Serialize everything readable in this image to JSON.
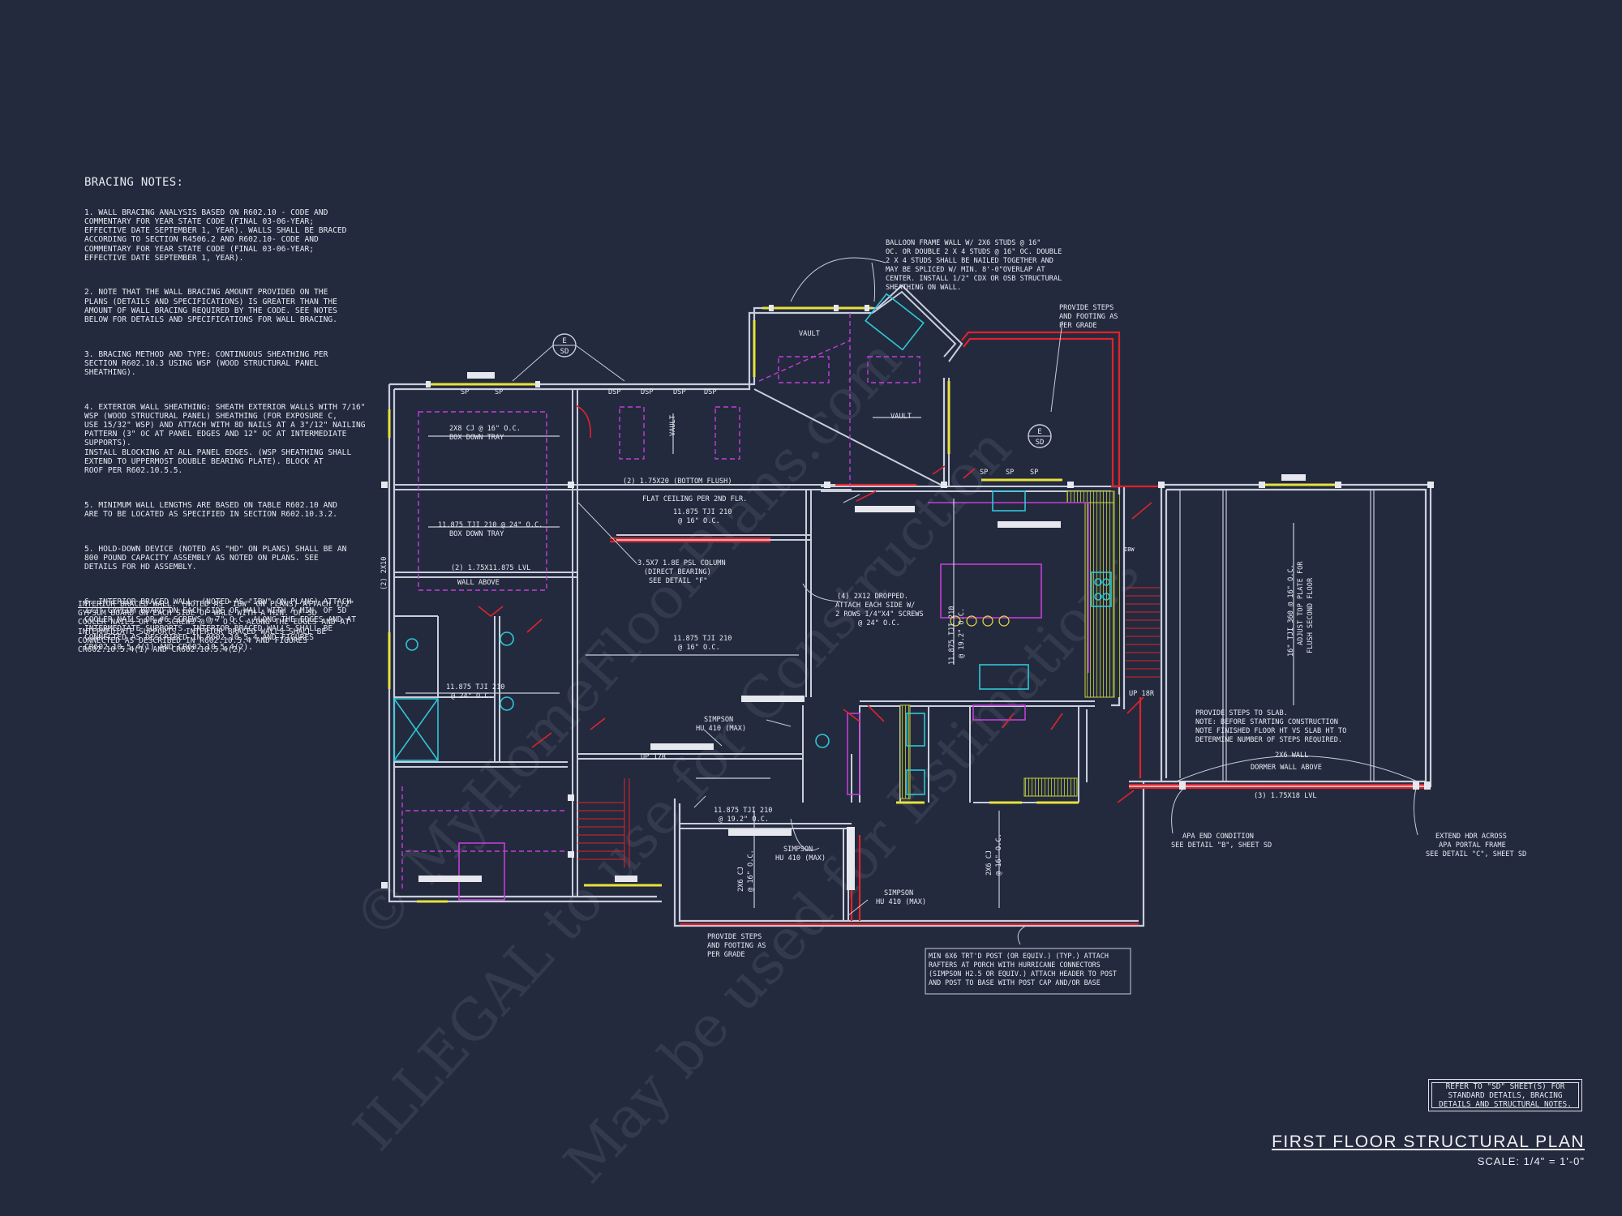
{
  "bracing_notes": {
    "heading": "BRACING NOTES:",
    "items": [
      "1. WALL BRACING ANALYSIS BASED ON R602.10 - CODE AND\nCOMMENTARY FOR YEAR STATE CODE (FINAL 03-06-YEAR;\nEFFECTIVE DATE SEPTEMBER 1, YEAR). WALLS SHALL BE BRACED\nACCORDING TO SECTION R4506.2 AND R602.10- CODE AND\nCOMMENTARY FOR YEAR STATE CODE (FINAL 03-06-YEAR;\nEFFECTIVE DATE SEPTEMBER 1, YEAR).",
      "2. NOTE THAT THE WALL BRACING AMOUNT PROVIDED ON THE\nPLANS (DETAILS AND SPECIFICATIONS) IS GREATER THAN THE\nAMOUNT OF WALL BRACING REQUIRED BY THE CODE. SEE NOTES\nBELOW FOR DETAILS AND SPECIFICATIONS FOR WALL BRACING.",
      "3. BRACING METHOD AND TYPE: CONTINUOUS SHEATHING PER\nSECTION R602.10.3 USING WSP (WOOD STRUCTURAL PANEL\nSHEATHING).",
      "4. EXTERIOR WALL SHEATHING: SHEATH EXTERIOR WALLS WITH 7/16\"\nWSP (WOOD STRUCTURAL PANEL) SHEATHING (FOR EXPOSURE C,\nUSE 15/32\" WSP) AND ATTACH WITH 8d NAILS AT A 3\"/12\" NAILING\nPATTERN (3\" OC AT PANEL EDGES AND 12\" OC AT INTERMEDIATE\nSUPPORTS).\nINSTALL BLOCKING AT ALL PANEL EDGES. (WSP SHEATHING SHALL\nEXTEND TO UPPERMOST DOUBLE BEARING PLATE). BLOCK AT\nROOF PER R602.10.5.5.",
      "5. MINIMUM WALL LENGTHS ARE BASED ON TABLE R602.10 AND\nARE TO BE LOCATED AS SPECIFIED IN SECTION R602.10.3.2.",
      "5. HOLD-DOWN DEVICE (NOTED AS \"HD\" ON PLANS) SHALL BE AN\n800 POUND CAPACITY ASSEMBLY AS NOTED ON PLANS. SEE\nDETAILS FOR HD ASSEMBLY.",
      "6. INTERIOR BRACED WALL: (NOTED AS \"IBW\" ON PLANS) ATTACH\n1/2\" GYPSUM BOARD ON EACH SIDE OF WALL WITH A MIN. OF 5d\nCOOLER NAILS OR #6 SCREWS @ 7\" O.C. ALONG THE EDGES AND AT\nINTERMEDIATE SUPPORTS. INTERIOR BRACED WALLS SHALL BE\nCONNECTED AS DESCRIBED IN R602.10.5.4 AND FIGURES\nCR602.10.5.4(1) AND CR602.10.5.4(2)."
    ]
  },
  "interior_braced_note": {
    "lead": "INTERIOR BRACED WALL",
    "text": ": (NOTED AS \"IBW\" ON PLANS) ATTACH 1/2\"\nGYPSUM BOARD ON EACH SIDE OF WALL WITH A MIN. OF 5d\nCOOLER NAILS OR #6 SCREWS @ 7\" O.C. ALONG THE EDGES AND AT\nINTERMEDIATE SUPPORTS. INTERIOR BRACED WALLS SHALL BE\nCONNECTED AS DESCRIBED IN R602.10.5.4 AND FIGURES\nCR602.10.5.4(1) AND CR602.10.5.4(2)."
  },
  "plan_labels": {
    "balloon_frame": [
      "BALLOON FRAME WALL w/ 2x6 STUDS @ 16\"",
      "OC. OR DOUBLE 2 x 4 STUDS @ 16\" OC. DOUBLE",
      "2 x 4 STUDS SHALL BE NAILED TOGETHER AND",
      "MAY BE SPLICED w/ MIN. 8'-0\"OVERLAP AT",
      "CENTER. INSTALL 1/2\" CDX OR OSB STRUCTURAL",
      "SHEATHING ON WALL."
    ],
    "provide_steps_top": [
      "PROVIDE STEPS",
      "AND FOOTING AS",
      "PER GRADE"
    ],
    "vault_1": "VAULT",
    "vault_2": "VAULT",
    "vault_3": "VAULT",
    "section_marker_1": {
      "top": "E",
      "bottom": "SD"
    },
    "section_marker_2": {
      "top": "E",
      "bottom": "SD"
    },
    "sp": "SP",
    "dsp": "DSP",
    "cj_box_tray": [
      "2x8 CJ @ 16\" O.C.",
      "BOX DOWN TRAY"
    ],
    "tji_box_tray": [
      "11.875 TJI 210 @ 24\" O.C.",
      "BOX DOWN TRAY"
    ],
    "lvl_wall_above": [
      "(2) 1.75x11.875 LVL",
      "WALL ABOVE"
    ],
    "bottom_flush": "(2) 1.75x20 (BOTTOM FLUSH)",
    "flat_ceiling": "FLAT CEILING PER 2ND FLR.",
    "tji_16_a": [
      "11.875 TJI 210",
      "@ 16\" O.C."
    ],
    "psl_column": [
      "3.5x7 1.8E PSL COLUMN",
      "(DIRECT BEARING)",
      "SEE DETAIL \"F\""
    ],
    "tji_16_b": [
      "11.875 TJI 210",
      "@ 16\" O.C."
    ],
    "dropped": [
      "(4) 2x12 DROPPED.",
      "ATTACH EACH SIDE w/",
      "2 ROWS 1/4\"x4\" SCREWS",
      "@ 24\" O.C."
    ],
    "tji_24": [
      "11.875 TJI 210",
      "@ 24\" O.C."
    ],
    "tji_kitchen": [
      "11.875 TJI 210",
      "@ 19.2\" O.C."
    ],
    "hu_1": [
      "SIMPSON",
      "HU 410 (MAX)"
    ],
    "up_17r": "UP 17R",
    "tji_192": [
      "11.875 TJI 210",
      "@ 19.2\" O.C."
    ],
    "hu_2": [
      "SIMPSON",
      "HU 410 (MAX)"
    ],
    "hu_3": [
      "SIMPSON",
      "HU 410 (MAX)"
    ],
    "cj_porch_1": [
      "2x6 CJ",
      "@ 16\" O.C."
    ],
    "cj_porch_2": [
      "2x6 CJ",
      "@ 16\" O.C."
    ],
    "wall_2x10": "(2) 2x10",
    "up_18r": "UP 18R",
    "ibw": "IBW",
    "garage_tji": [
      "16\" TJI 360 @ 16\" O.C.",
      "ADJUST TOP PLATE FOR",
      "FLUSH SECOND FLOOR"
    ],
    "provide_steps_slab": [
      "PROVIDE STEPS TO SLAB.",
      "NOTE: BEFORE STARTING CONSTRUCTION",
      "NOTE FINISHED FLOOR HT vs SLAB HT TO",
      "DETERMINE NUMBER OF STEPS REQUIRED."
    ],
    "wall_2x6": "2x6 WALL",
    "dormer": "DORMER WALL ABOVE",
    "lvl_garage": "(3) 1.75x18 LVL",
    "apa_end": [
      "APA END CONDITION",
      "SEE DETAIL \"B\", SHEET SD"
    ],
    "extend_hdr": [
      "EXTEND HDR ACROSS",
      "APA PORTAL FRAME",
      "SEE DETAIL \"C\", SHEET SD"
    ],
    "provide_steps_bottom": [
      "PROVIDE STEPS",
      "AND FOOTING AS",
      "PER GRADE"
    ],
    "porch_post": [
      "MIN 6x6 TRT'D POST (OR EQUIV.) (TYP.) ATTACH",
      "RAFTERS AT PORCH WITH HURRICANE CONNECTORS",
      "(SIMPSON H2.5 OR EQUIV.) ATTACH HEADER TO POST",
      "AND POST TO BASE WITH POST CAP AND/OR BASE"
    ]
  },
  "reference_box": [
    "REFER TO \"SD\" SHEET(S) FOR",
    "STANDARD DETAILS, BRACING",
    "DETAILS AND STRUCTURAL NOTES."
  ],
  "title": "FIRST FLOOR STRUCTURAL PLAN",
  "scale": "SCALE: 1/4\" = 1'-0\"",
  "watermark": [
    "© MyHomeFloorPlans.com",
    "ILLEGAL to use for Construction",
    "May be used for Estimations"
  ],
  "colors": {
    "background": "#232a3e",
    "wall": "#c9cedb",
    "header_red": "#e0232b",
    "shear_yellow": "#e8e23a",
    "dashed_magenta": "#c23fd6",
    "fixture_cyan": "#2fc7d6"
  }
}
